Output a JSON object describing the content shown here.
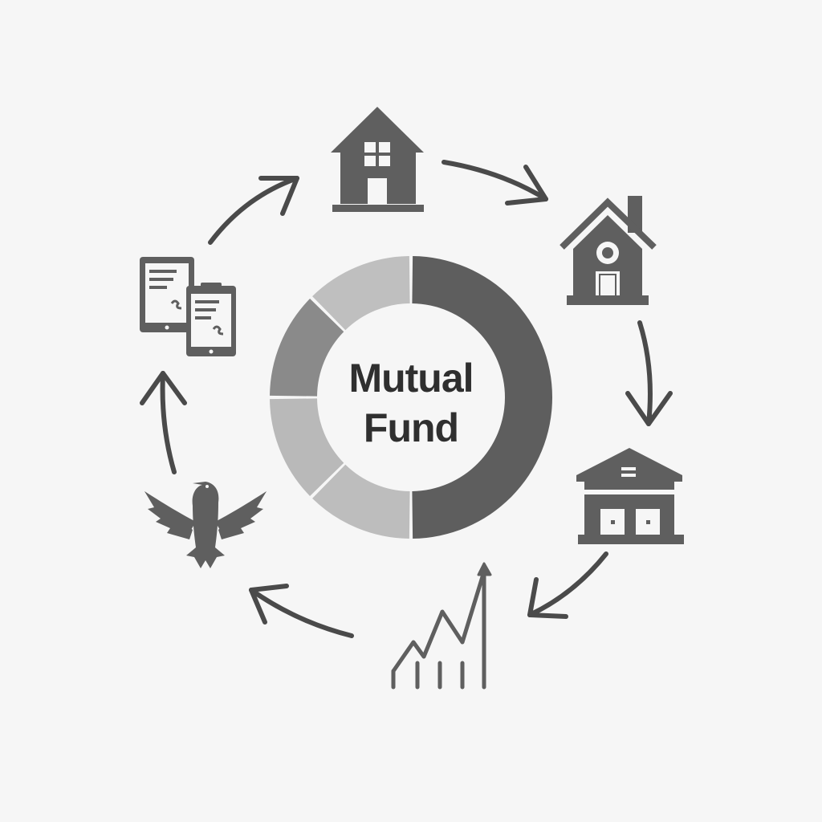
{
  "center": {
    "title_line1": "Mutual",
    "title_line2": "Fund"
  },
  "donut_segments": [
    {
      "share": 0.5,
      "color": "#5e5e5e"
    },
    {
      "share": 0.125,
      "color": "#bdbdbd"
    },
    {
      "share": 0.125,
      "color": "#b9b9b9"
    },
    {
      "share": 0.125,
      "color": "#8a8a8a"
    },
    {
      "share": 0.125,
      "color": "#bfbfbf"
    }
  ],
  "colors": {
    "background": "#f6f6f6",
    "icon": "#5f5f5f",
    "arrow": "#4a4a4a",
    "text": "#2f2f2f"
  },
  "cycle_icons": [
    "house-icon",
    "chimney-house-icon",
    "warehouse-icon",
    "growth-chart-icon",
    "eagle-icon",
    "tablet-documents-icon"
  ]
}
